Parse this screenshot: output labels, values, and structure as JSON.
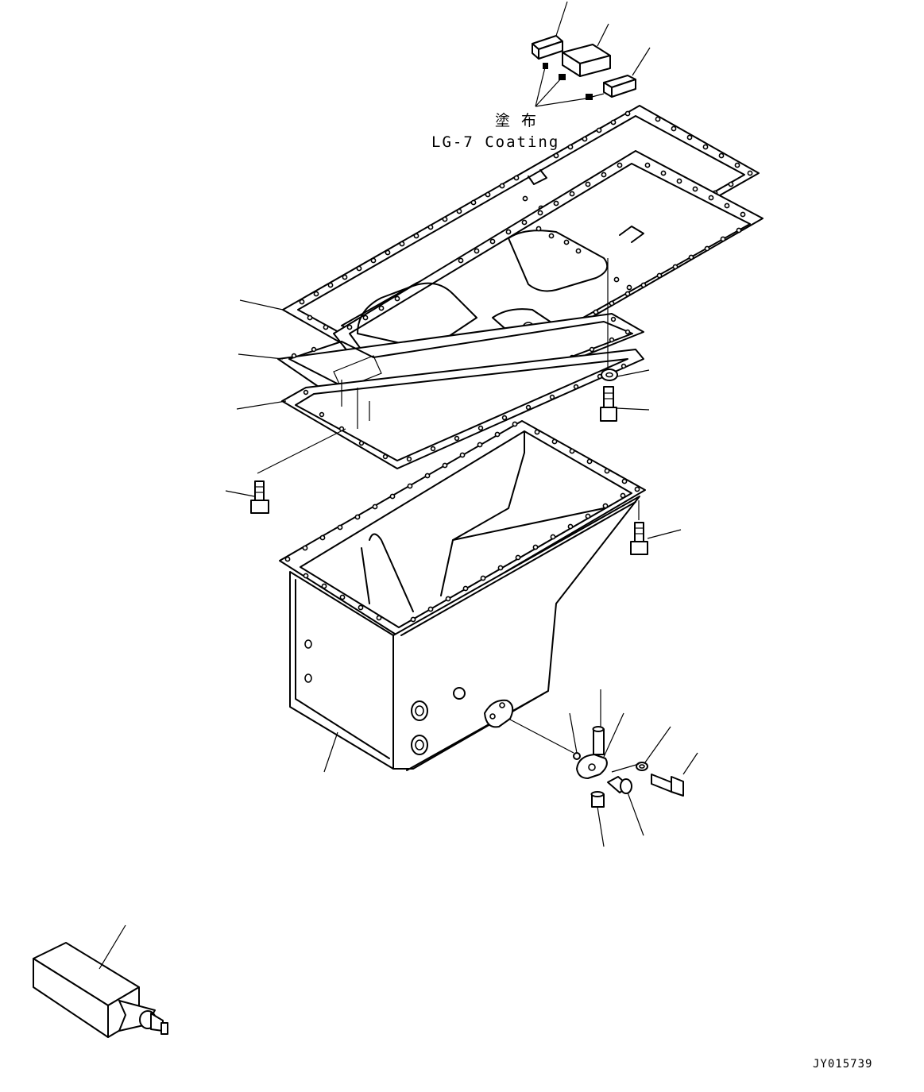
{
  "annotation": {
    "japanese": "塗 布",
    "english": "LG-7 Coating"
  },
  "drawing_code": "JY015739"
}
